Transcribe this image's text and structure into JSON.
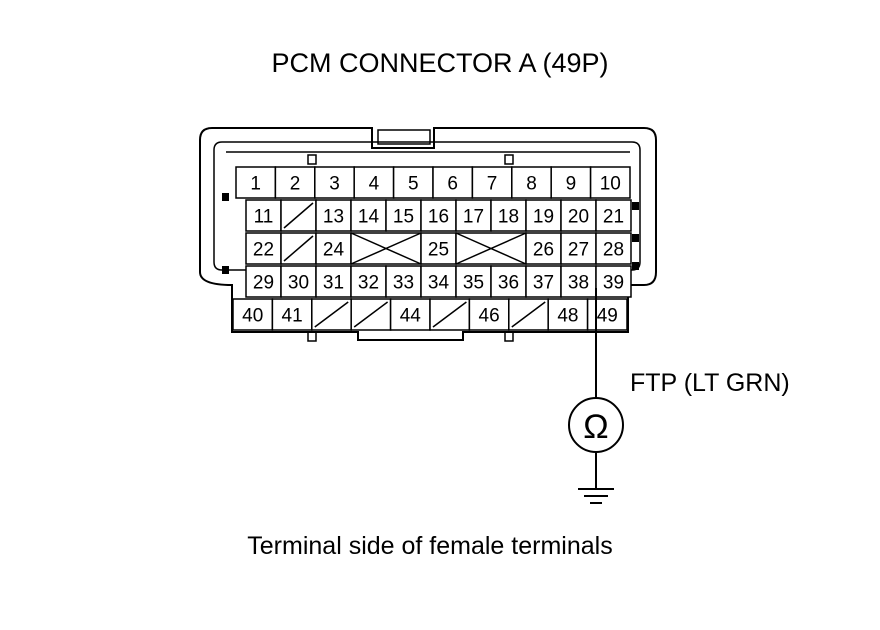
{
  "title": "PCM CONNECTOR A (49P)",
  "caption": "Terminal side of female terminals",
  "probe": {
    "label": "FTP (LT GRN)",
    "symbol": "Ω",
    "terminal": "39"
  },
  "rows": [
    [
      {
        "label": "1",
        "span": 1
      },
      {
        "label": "2",
        "span": 1
      },
      {
        "label": "3",
        "span": 1
      },
      {
        "label": "4",
        "span": 1
      },
      {
        "label": "5",
        "span": 1
      },
      {
        "label": "6",
        "span": 1
      },
      {
        "label": "7",
        "span": 1
      },
      {
        "label": "8",
        "span": 1
      },
      {
        "label": "9",
        "span": 1
      },
      {
        "label": "10",
        "span": 1
      }
    ],
    [
      {
        "label": "11",
        "span": 1
      },
      {
        "label": "",
        "span": 1,
        "blank": "slash"
      },
      {
        "label": "13",
        "span": 1
      },
      {
        "label": "14",
        "span": 1
      },
      {
        "label": "15",
        "span": 1
      },
      {
        "label": "16",
        "span": 1
      },
      {
        "label": "17",
        "span": 1
      },
      {
        "label": "18",
        "span": 1
      },
      {
        "label": "19",
        "span": 1
      },
      {
        "label": "20",
        "span": 1
      },
      {
        "label": "21",
        "span": 1
      }
    ],
    [
      {
        "label": "22",
        "span": 1
      },
      {
        "label": "",
        "span": 1,
        "blank": "slash"
      },
      {
        "label": "24",
        "span": 1
      },
      {
        "label": "",
        "span": 2,
        "blank": "cross"
      },
      {
        "label": "25",
        "span": 1
      },
      {
        "label": "",
        "span": 2,
        "blank": "cross"
      },
      {
        "label": "26",
        "span": 1
      },
      {
        "label": "27",
        "span": 1
      },
      {
        "label": "28",
        "span": 1
      }
    ],
    [
      {
        "label": "29",
        "span": 1
      },
      {
        "label": "30",
        "span": 1
      },
      {
        "label": "31",
        "span": 1
      },
      {
        "label": "32",
        "span": 1
      },
      {
        "label": "33",
        "span": 1
      },
      {
        "label": "34",
        "span": 1
      },
      {
        "label": "35",
        "span": 1
      },
      {
        "label": "36",
        "span": 1
      },
      {
        "label": "37",
        "span": 1
      },
      {
        "label": "38",
        "span": 1
      },
      {
        "label": "39",
        "span": 1
      }
    ],
    [
      {
        "label": "40",
        "span": 1
      },
      {
        "label": "41",
        "span": 1
      },
      {
        "label": "",
        "span": 1,
        "blank": "slash"
      },
      {
        "label": "",
        "span": 1,
        "blank": "slash"
      },
      {
        "label": "44",
        "span": 1
      },
      {
        "label": "",
        "span": 1,
        "blank": "slash"
      },
      {
        "label": "46",
        "span": 1
      },
      {
        "label": "",
        "span": 1,
        "blank": "slash"
      },
      {
        "label": "48",
        "span": 1
      },
      {
        "label": "49",
        "span": 1
      }
    ]
  ]
}
